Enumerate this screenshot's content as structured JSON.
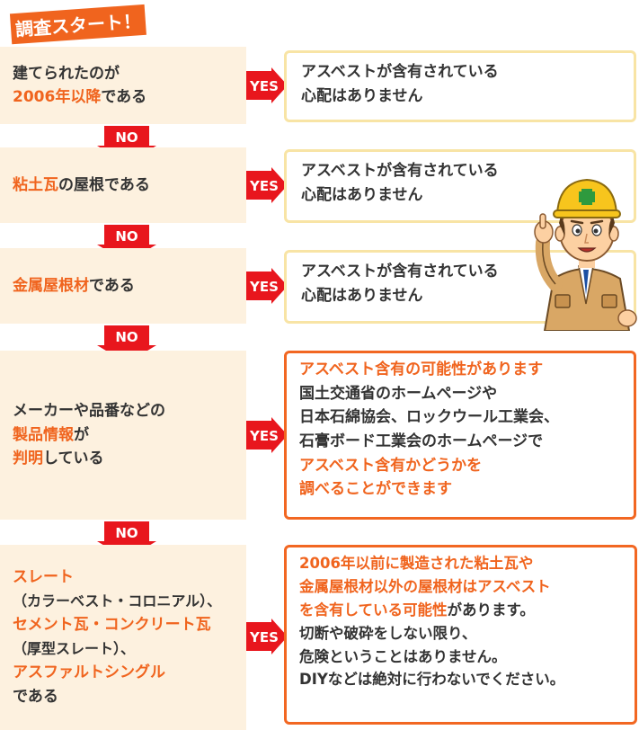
{
  "start_tag": "調査スタート！",
  "yes_label": "YES",
  "no_label": "NO",
  "questions": [
    {
      "line1": "建てられたのが",
      "hl": "2006年以降",
      "tail": "である"
    },
    {
      "hl": "粘土瓦",
      "tail": "の屋根である"
    },
    {
      "hl": "金属屋根材",
      "tail": "である"
    },
    {
      "line1": "メーカーや品番などの",
      "hl2a": "製品情報",
      "tail2a": "が",
      "hl2b": "判明",
      "tail2b": "している"
    },
    {
      "l1": "スレート",
      "l2": "（カラーベスト・コロニアル）、",
      "l3": "セメント瓦・コンクリート瓦",
      "l4": "（厚型スレート）、",
      "l5": "アスファルトシングル",
      "l6": "である"
    }
  ],
  "answers": [
    {
      "line1": "アスベストが含有されている",
      "line2": "心配はありません"
    },
    {
      "line1": "アスベストが含有されている",
      "line2": "心配はありません"
    },
    {
      "line1": "アスベストが含有されている",
      "line2": "心配はありません"
    },
    {
      "l1": "アスベスト含有の可能性があります",
      "l2": "国土交通省のホームページや",
      "l3": "日本石綿協会、ロックウール工業会、",
      "l4": "石膏ボード工業会のホームページで",
      "l5": "アスベスト含有かどうかを",
      "l6": "調べることができます"
    },
    {
      "l1": "2006年以前に製造された粘土瓦や",
      "l2": "金属屋根材以外の屋根材はアスベスト",
      "l3a": "を含有している可能性",
      "l3b": "があります。",
      "l4": "切断や破砕をしない限り、",
      "l5": "危険ということはありません。",
      "l6": "DIYなどは絶対に行わないでください。"
    }
  ],
  "colors": {
    "accent_orange": "#f0641e",
    "arrow_red": "#e8161d",
    "question_bg": "#fdf1df",
    "answer_border_light": "#f8e4a5",
    "answer_border_strong": "#f26722"
  },
  "icons": [
    "start-tag",
    "yes-arrow-icon",
    "no-arrow-icon",
    "construction-worker-icon"
  ]
}
